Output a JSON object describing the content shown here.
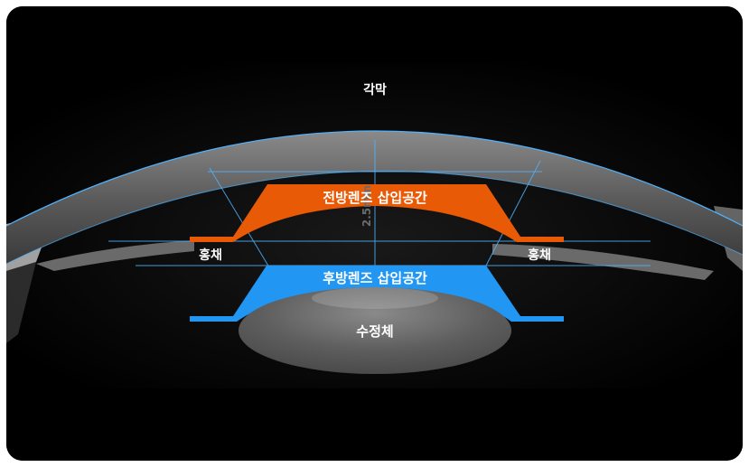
{
  "labels": {
    "cornea": "각막",
    "anterior_space": "전방렌즈 삽입공간",
    "iris_left": "홍채",
    "iris_right": "홍채",
    "posterior_space": "후방렌즈 삽입공간",
    "lens": "수정체",
    "measurement": "2.5mm"
  },
  "colors": {
    "background": "#000000",
    "anterior_space": "#e85a05",
    "posterior_space": "#2196f3",
    "guide_lines": "#4fb3ff",
    "lens": "#5a5a5a",
    "text": "#ffffff"
  }
}
